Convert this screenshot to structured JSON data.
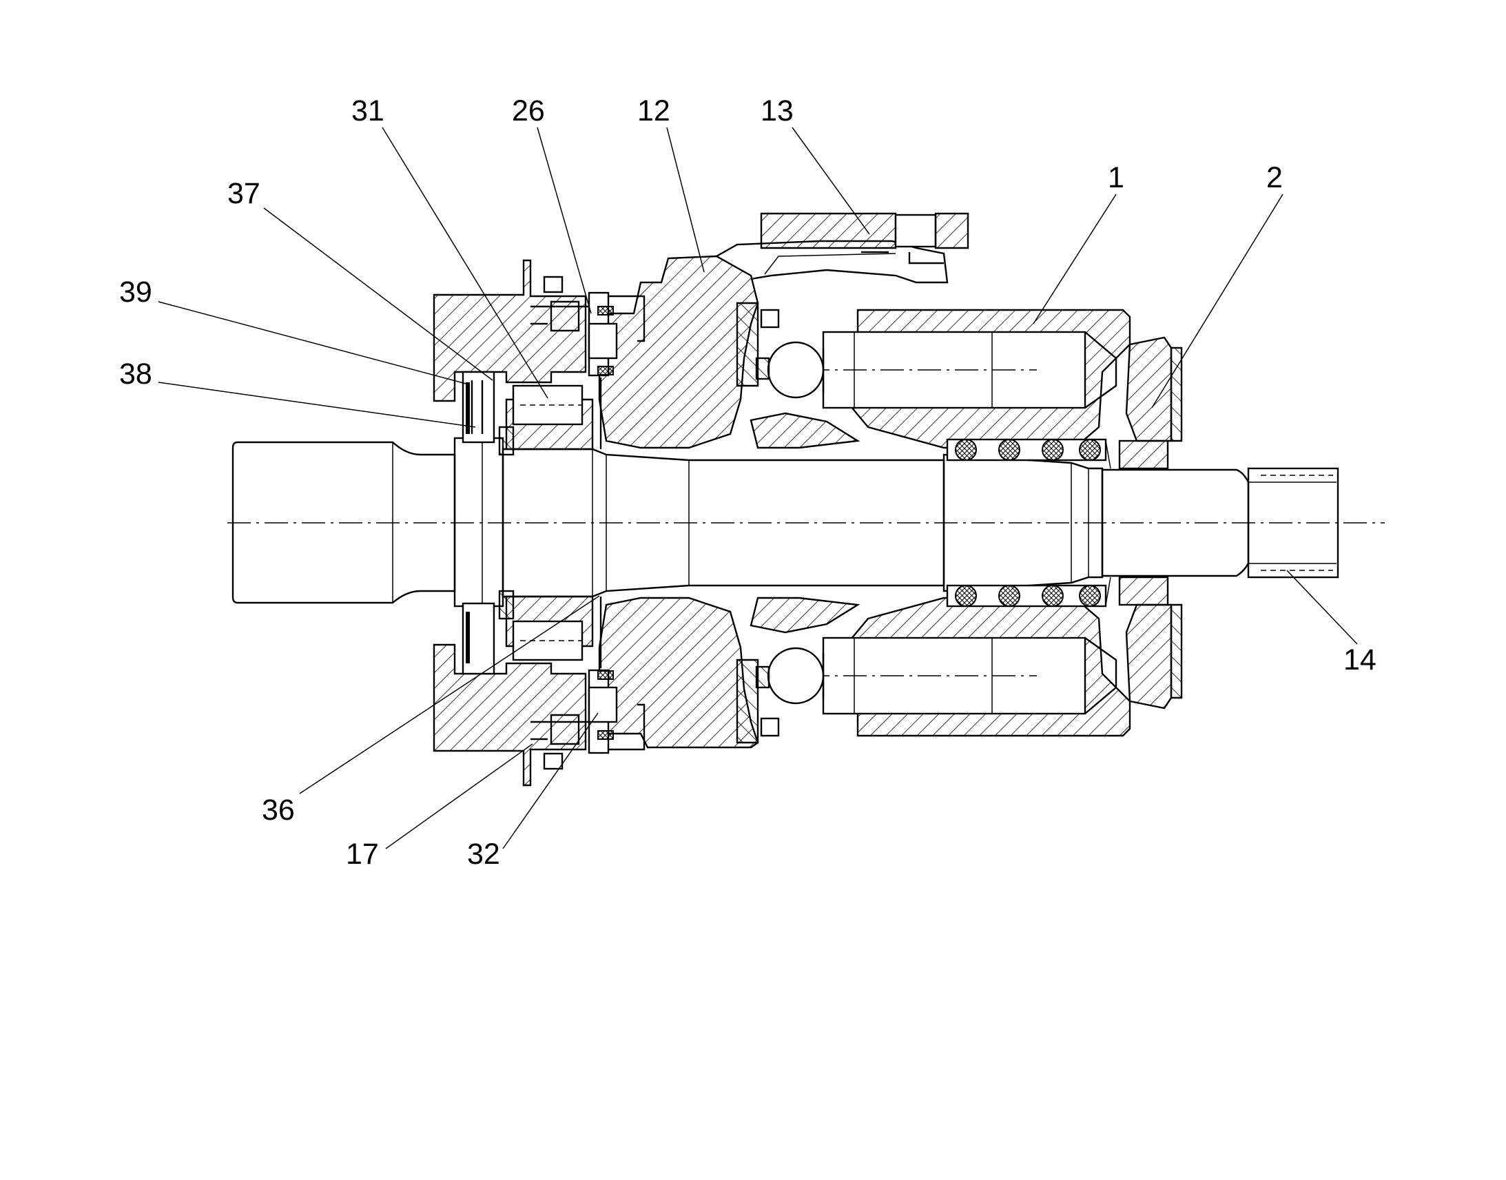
{
  "figure": {
    "reference_numerals": [
      {
        "id": "n31",
        "text": "31"
      },
      {
        "id": "n26",
        "text": "26"
      },
      {
        "id": "n12",
        "text": "12"
      },
      {
        "id": "n13",
        "text": "13"
      },
      {
        "id": "n1",
        "text": "1"
      },
      {
        "id": "n2",
        "text": "2"
      },
      {
        "id": "n37",
        "text": "37"
      },
      {
        "id": "n39",
        "text": "39"
      },
      {
        "id": "n38",
        "text": "38"
      },
      {
        "id": "n14",
        "text": "14"
      },
      {
        "id": "n36",
        "text": "36"
      },
      {
        "id": "n17",
        "text": "17"
      },
      {
        "id": "n32",
        "text": "32"
      }
    ]
  }
}
